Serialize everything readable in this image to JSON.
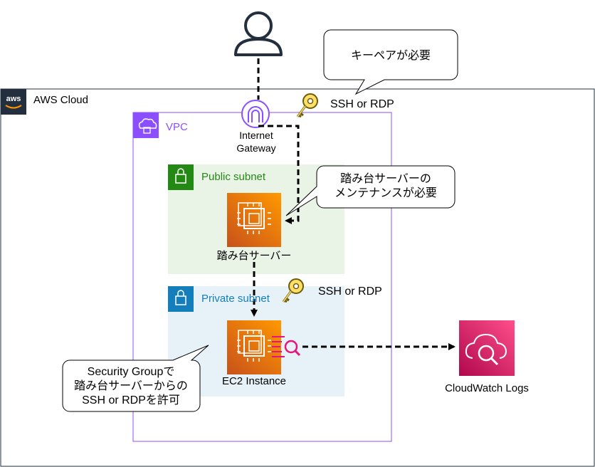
{
  "aws_cloud": {
    "label": "AWS Cloud",
    "logo_text": "aws"
  },
  "vpc": {
    "label": "VPC"
  },
  "public_subnet": {
    "label": "Public subnet"
  },
  "private_subnet": {
    "label": "Private subnet"
  },
  "internet_gateway": {
    "label_line1": "Internet",
    "label_line2": "Gateway"
  },
  "bastion": {
    "label": "踏み台サーバー"
  },
  "ec2": {
    "label": "EC2 Instance"
  },
  "cloudwatch": {
    "label": "CloudWatch Logs"
  },
  "key_labels": {
    "top": "SSH or RDP",
    "private": "SSH or RDP"
  },
  "callouts": {
    "keypair": "キーペアが必要",
    "bastion_line1": "踏み台サーバーの",
    "bastion_line2": "メンテナンスが必要",
    "sg_line1": "Security Groupで",
    "sg_line2": "踏み台サーバーからの",
    "sg_line3": "SSH or RDPを許可"
  },
  "colors": {
    "vpc": "#8c4fff",
    "public": "#248814",
    "public_fill": "#e9f3e6",
    "private": "#147eba",
    "private_fill": "#e6f2f8",
    "ec2": "#ed7100",
    "cloudwatch": "#e7157b",
    "igw": "#8c4fff"
  }
}
